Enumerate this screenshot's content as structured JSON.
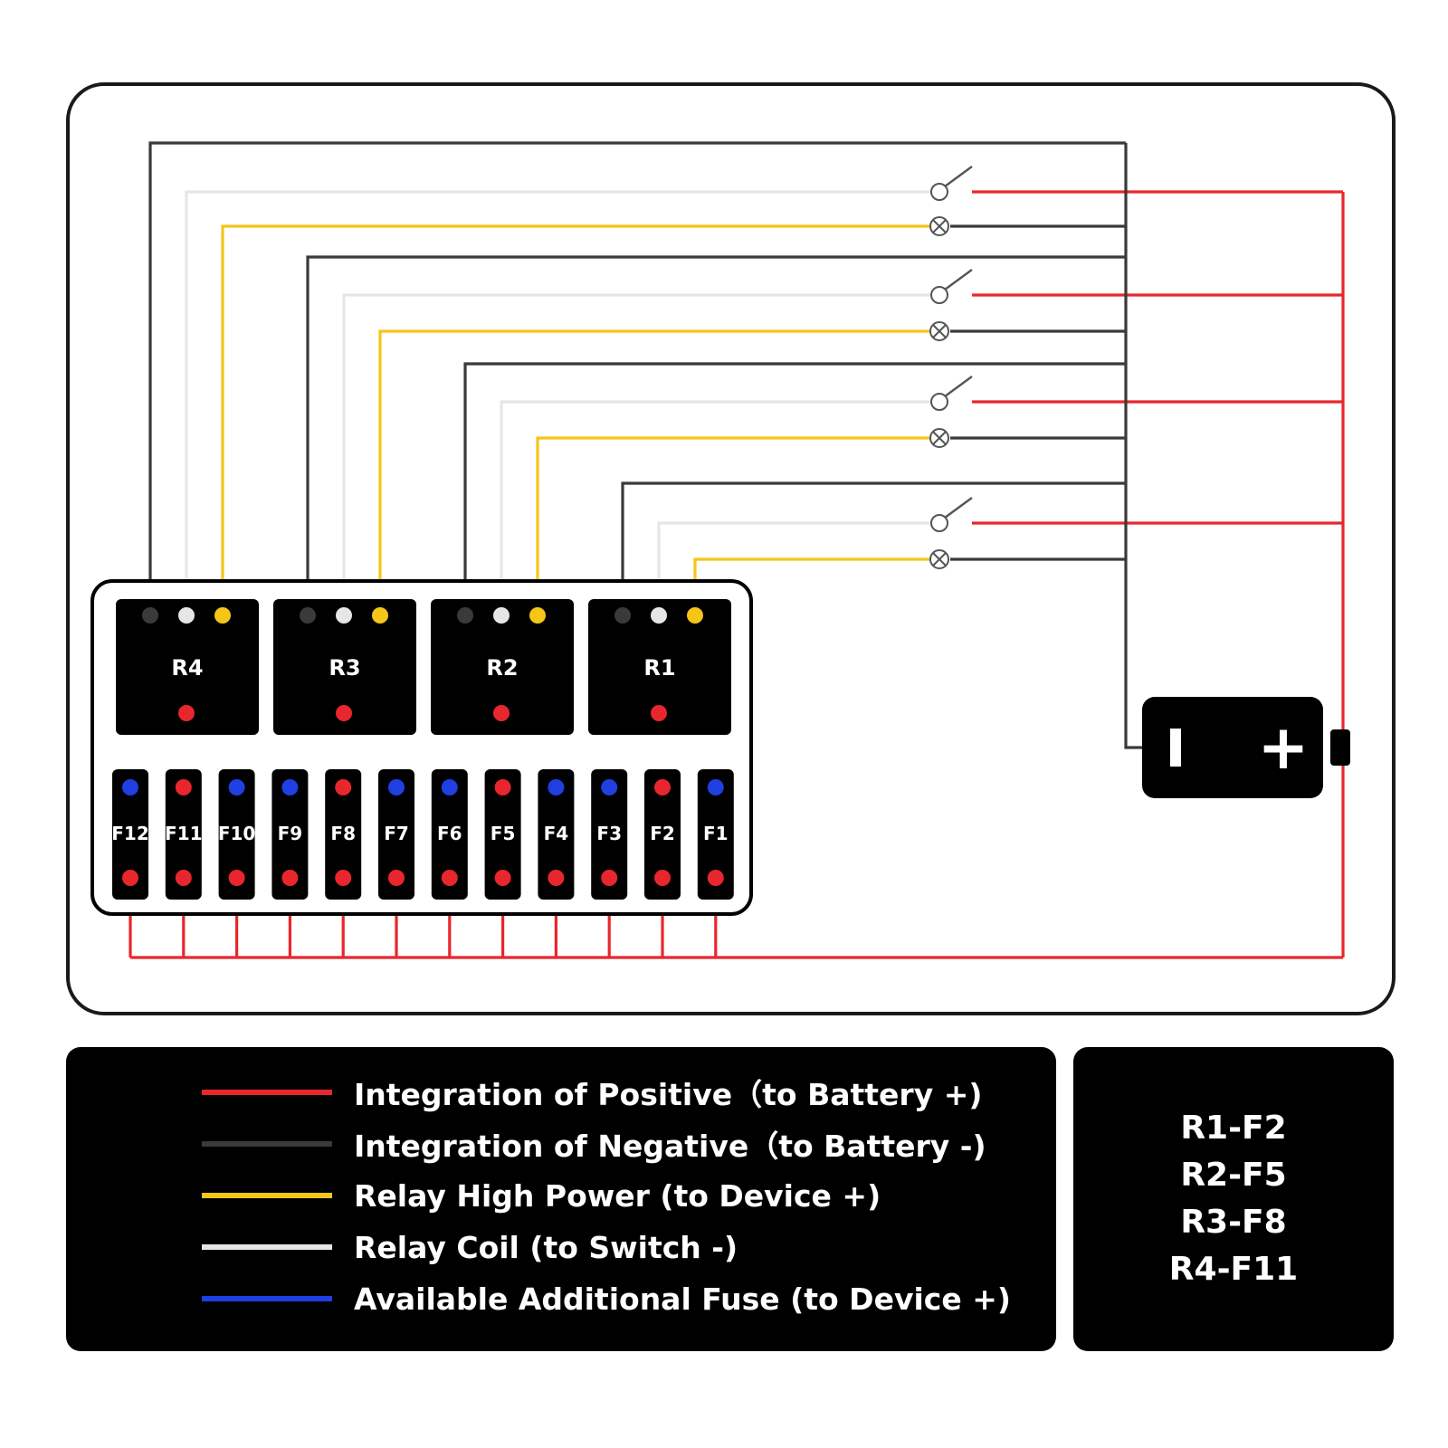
{
  "relays": [
    {
      "label": "R1",
      "fuse": "F2"
    },
    {
      "label": "R2",
      "fuse": "F5"
    },
    {
      "label": "R3",
      "fuse": "F8"
    },
    {
      "label": "R4",
      "fuse": "F11"
    }
  ],
  "fuses": [
    "F12",
    "F11",
    "F10",
    "F9",
    "F8",
    "F7",
    "F6",
    "F5",
    "F4",
    "F3",
    "F2",
    "F1"
  ],
  "relay_fused": [
    "F11",
    "F8",
    "F5",
    "F2"
  ],
  "battery": {
    "neg_symbol": "−",
    "pos_symbol": "+"
  },
  "legend": [
    {
      "label": "Integration of Positive（to Battery +)",
      "color": "#e8262d"
    },
    {
      "label": "Integration of Negative（to Battery -)",
      "color": "#3a3a3a"
    },
    {
      "label": "Relay High Power (to Device +)",
      "color": "#f5c518"
    },
    {
      "label": "Relay Coil (to Switch -)",
      "color": "#e6e6e6"
    },
    {
      "label": "Available Additional Fuse (to Device +)",
      "color": "#1f3fe0"
    }
  ],
  "mapping": [
    "R1-F2",
    "R2-F5",
    "R3-F8",
    "R4-F11"
  ],
  "colors": {
    "positive": "#e8262d",
    "negative": "#3a3a3a",
    "high_power": "#f5c518",
    "coil": "#e6e6e6",
    "fuse_available": "#1f3fe0",
    "panel": "#000000"
  },
  "icons": [
    "switch-icon",
    "lamp-icon",
    "battery-icon"
  ]
}
